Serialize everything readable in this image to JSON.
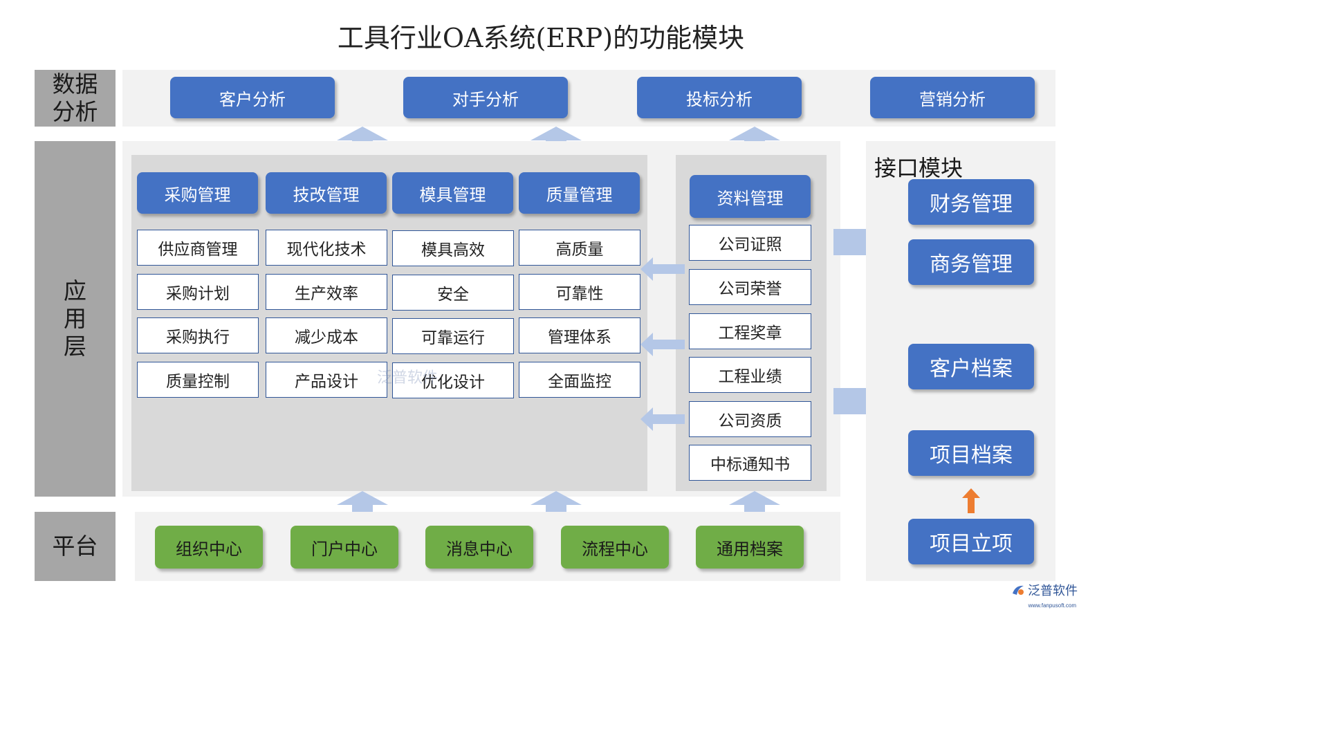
{
  "title": "工具行业OA系统(ERP)的功能模块",
  "layers": {
    "data_analysis": "数据\n分析",
    "application": "应\n用\n层",
    "platform": "平台"
  },
  "analysis_buttons": [
    "客户分析",
    "对手分析",
    "投标分析",
    "营销分析"
  ],
  "app_columns": [
    {
      "header": "采购管理",
      "items": [
        "供应商管理",
        "采购计划",
        "采购执行",
        "质量控制"
      ]
    },
    {
      "header": "技改管理",
      "items": [
        "现代化技术",
        "生产效率",
        "减少成本",
        "产品设计"
      ]
    },
    {
      "header": "模具管理",
      "items": [
        "模具高效",
        "安全",
        "可靠运行",
        "优化设计"
      ]
    },
    {
      "header": "质量管理",
      "items": [
        "高质量",
        "可靠性",
        "管理体系",
        "全面监控"
      ]
    }
  ],
  "docs": {
    "header": "资料管理",
    "items": [
      "公司证照",
      "公司荣誉",
      "工程奖章",
      "工程业绩",
      "公司资质",
      "中标通知书"
    ]
  },
  "interface": {
    "title": "接口模块",
    "items": [
      "财务管理",
      "商务管理",
      "客户档案",
      "项目档案",
      "项目立项"
    ]
  },
  "platform_buttons": [
    "组织中心",
    "门户中心",
    "消息中心",
    "流程中心",
    "通用档案"
  ],
  "watermark": "泛普软件",
  "brand": {
    "name": "泛普软件",
    "url": "www.fanpusoft.com"
  },
  "colors": {
    "blue": "#4472c4",
    "green": "#70ad47",
    "arrow": "#b4c7e7",
    "orange": "#ed7d31",
    "label_gray": "#a6a6a6"
  }
}
